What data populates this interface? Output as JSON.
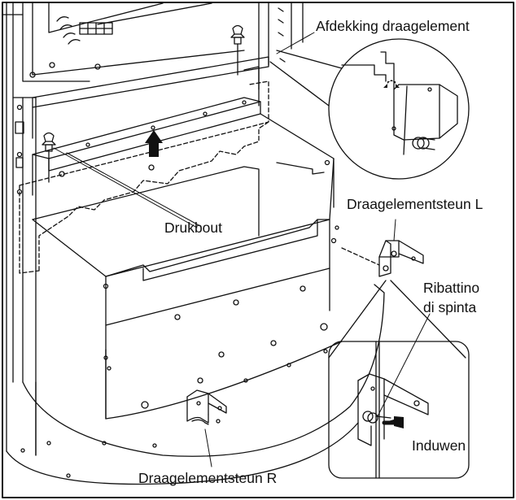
{
  "labels": {
    "afdekking": "Afdekking draagelement",
    "drukbout": "Drukbout",
    "steun_l": "Draagelementsteun L",
    "ribattino_1": "Ribattino",
    "ribattino_2": "di spinta",
    "induwen": "Induwen",
    "steun_r": "Draagelementsteun R"
  },
  "colors": {
    "line": "#111111",
    "background": "#ffffff"
  },
  "icons": {
    "lift_arrow": "up-arrow-icon",
    "push_arrow": "left-arrow-icon"
  }
}
